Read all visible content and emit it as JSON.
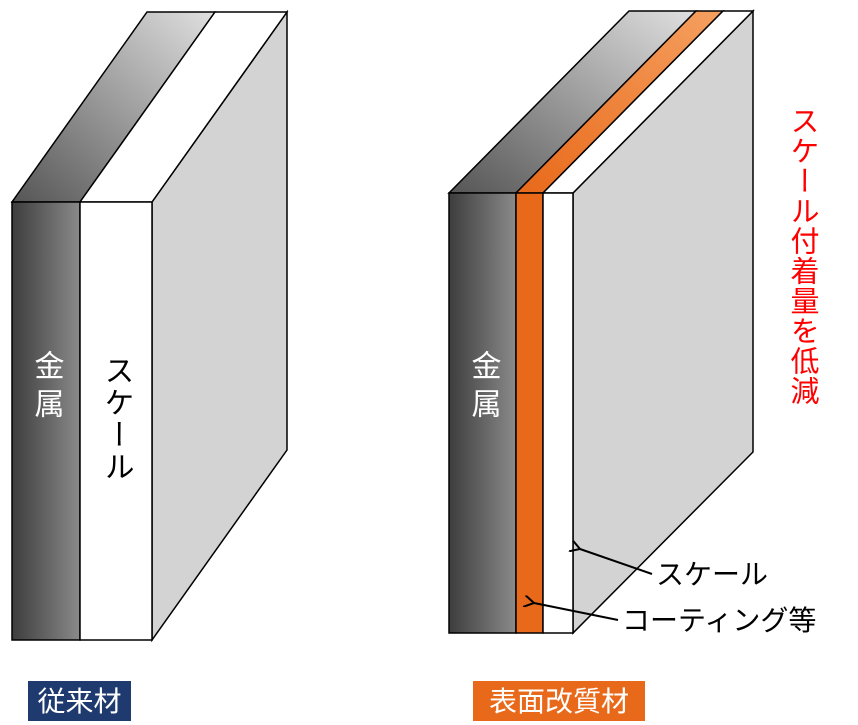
{
  "conventional": {
    "metal_label": "金属",
    "scale_label": "スケール",
    "caption": "従来材"
  },
  "modified": {
    "metal_label": "金属",
    "scale_callout": "スケール",
    "coating_callout": "コーティング等",
    "caption": "表面改質材"
  },
  "effect_note": "スケール付着量を低減",
  "colors": {
    "metal_dark": "#4a4a4a",
    "metal_light": "#8a8a8a",
    "scale_white": "#ffffff",
    "slab_gray": "#d3d3d3",
    "coating_orange": "#e8691a",
    "coating_orange_light": "#f08b3c",
    "caption_navy": "#1f3a6e",
    "caption_orange": "#e8691a",
    "note_red": "#ff0000"
  }
}
